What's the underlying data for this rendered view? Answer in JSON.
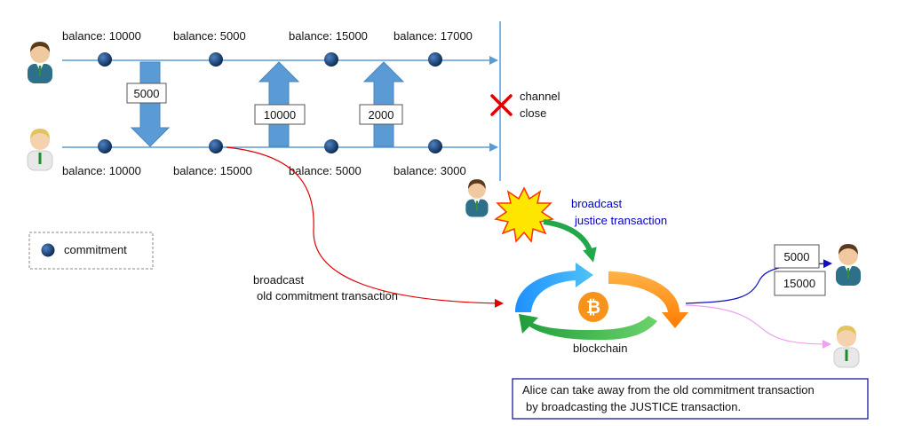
{
  "top_balances": [
    "balance: 10000",
    "balance: 5000",
    "balance: 15000",
    "balance: 17000"
  ],
  "bottom_balances": [
    "balance: 10000",
    "balance: 15000",
    "balance: 5000",
    "balance: 3000"
  ],
  "transfers": [
    "5000",
    "10000",
    "2000"
  ],
  "channel_close": {
    "line1": "channel",
    "line2": "close"
  },
  "legend": {
    "label": "commitment"
  },
  "broadcast_old": {
    "line1": "broadcast",
    "line2": "old commitment transaction"
  },
  "broadcast_justice": {
    "line1": "broadcast",
    "line2": "justice transaction"
  },
  "blockchain_label": "blockchain",
  "payout_boxes": [
    "5000",
    "15000"
  ],
  "note": {
    "line1": "Alice can take away from the old commitment  transaction",
    "line2": "by broadcasting the JUSTICE transaction."
  },
  "colors": {
    "timeline": "#5b9bd5",
    "commit_dot": "#1f4e79",
    "arrow_fill": "#5b9bd5",
    "old_tx_curve": "#e00000",
    "justice_text": "#0000cc",
    "note_border": "#1a1aa0",
    "close_x": "#e00000",
    "btc": "#f7931a"
  }
}
